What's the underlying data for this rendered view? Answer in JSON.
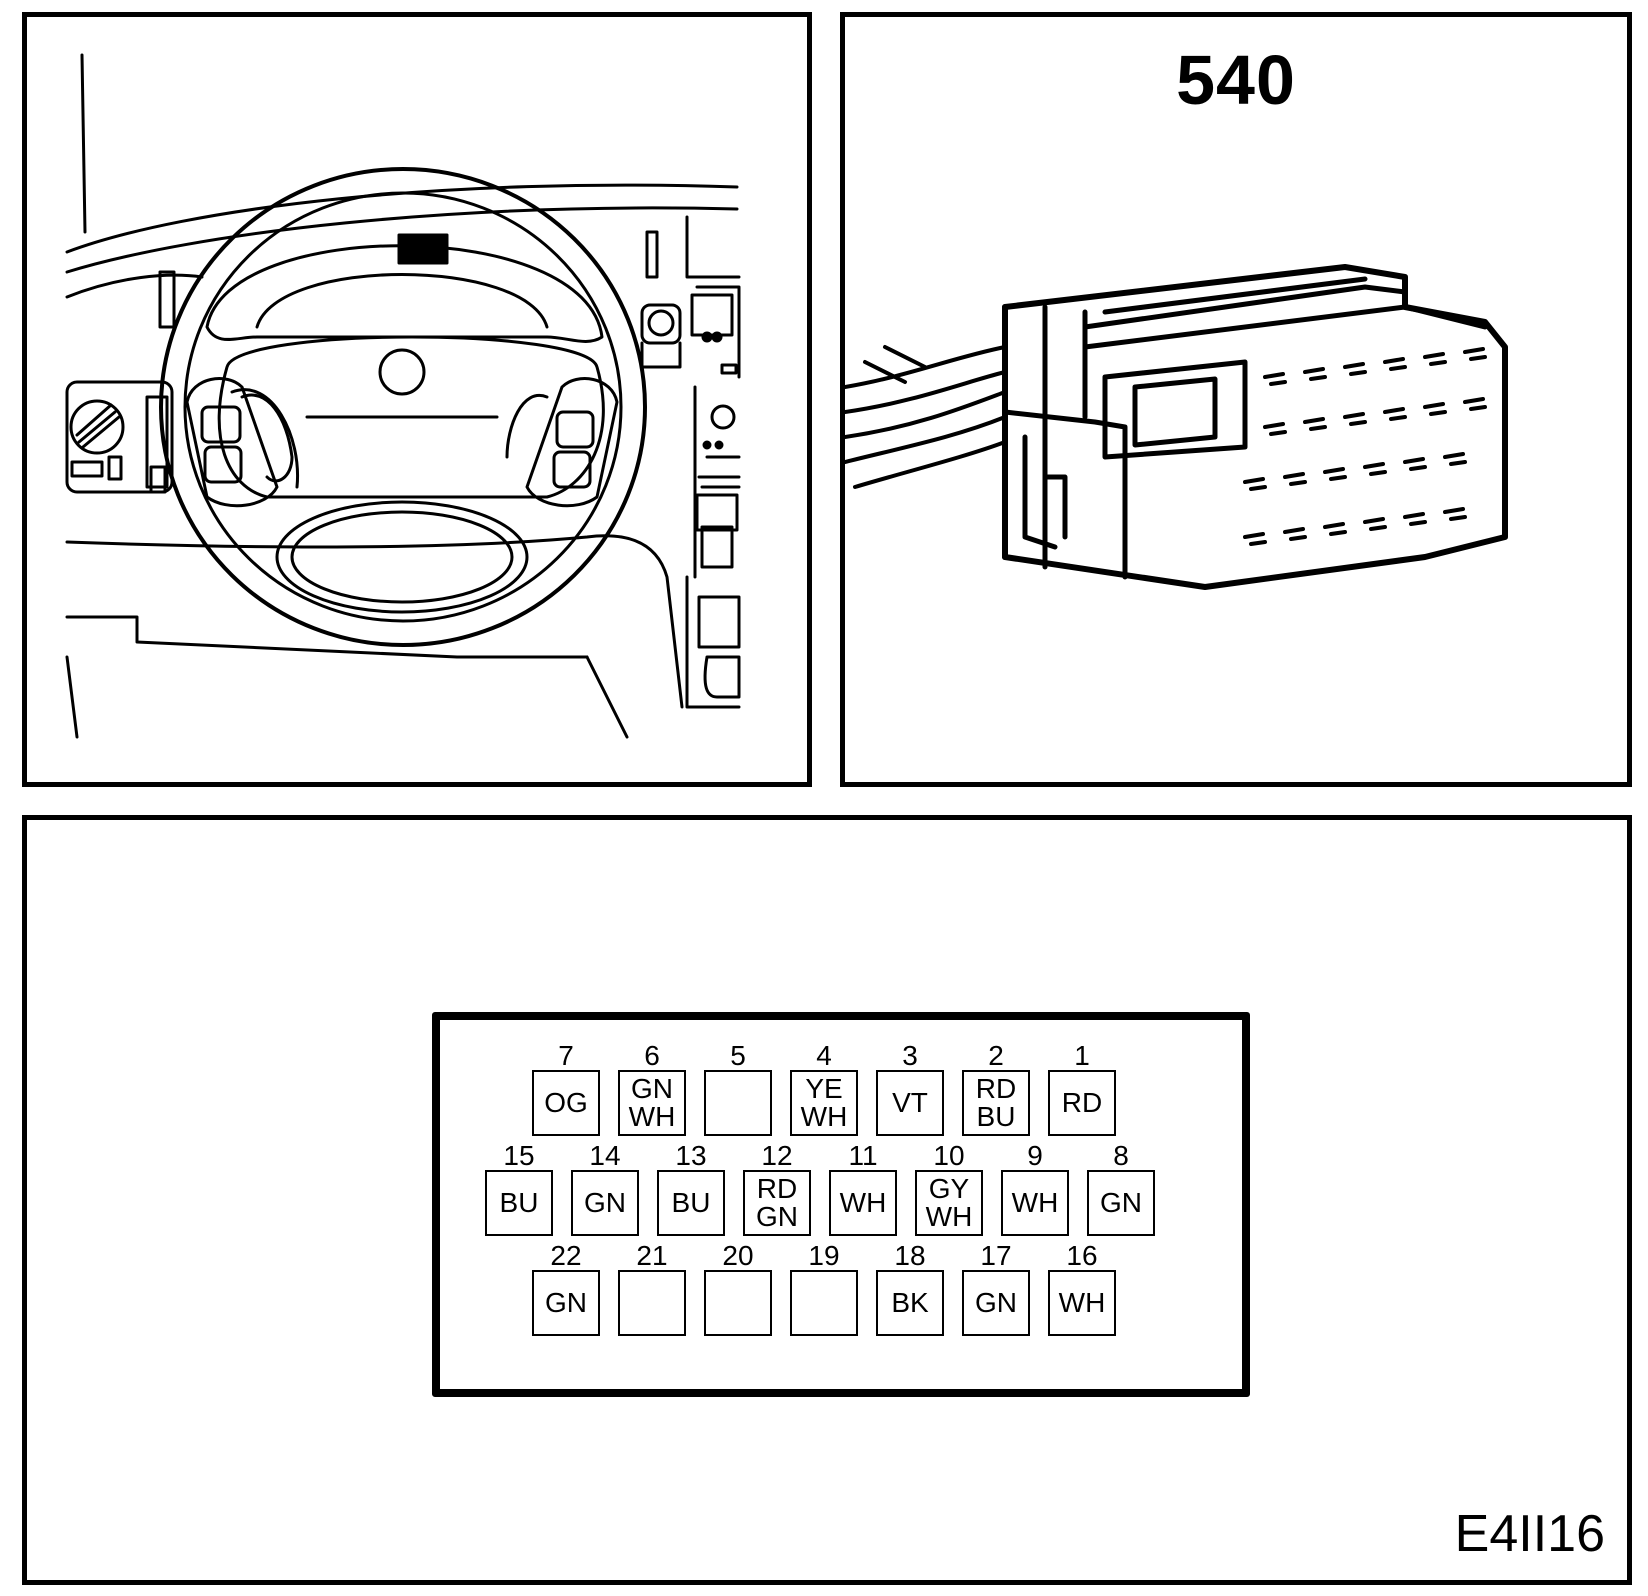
{
  "connector": {
    "number": "540"
  },
  "figure_code": "E4II16",
  "pin_rows": [
    [
      {
        "num": "7",
        "color": "OG"
      },
      {
        "num": "6",
        "color": "GN WH"
      },
      {
        "num": "5",
        "color": ""
      },
      {
        "num": "4",
        "color": "YE WH"
      },
      {
        "num": "3",
        "color": "VT"
      },
      {
        "num": "2",
        "color": "RD BU"
      },
      {
        "num": "1",
        "color": "RD"
      }
    ],
    [
      {
        "num": "15",
        "color": "BU"
      },
      {
        "num": "14",
        "color": "GN"
      },
      {
        "num": "13",
        "color": "BU"
      },
      {
        "num": "12",
        "color": "RD GN"
      },
      {
        "num": "11",
        "color": "WH"
      },
      {
        "num": "10",
        "color": "GY WH"
      },
      {
        "num": "9",
        "color": "WH"
      },
      {
        "num": "8",
        "color": "GN"
      }
    ],
    [
      {
        "num": "22",
        "color": "GN"
      },
      {
        "num": "21",
        "color": ""
      },
      {
        "num": "20",
        "color": ""
      },
      {
        "num": "19",
        "color": ""
      },
      {
        "num": "18",
        "color": "BK"
      },
      {
        "num": "17",
        "color": "GN"
      },
      {
        "num": "16",
        "color": "WH"
      }
    ]
  ]
}
